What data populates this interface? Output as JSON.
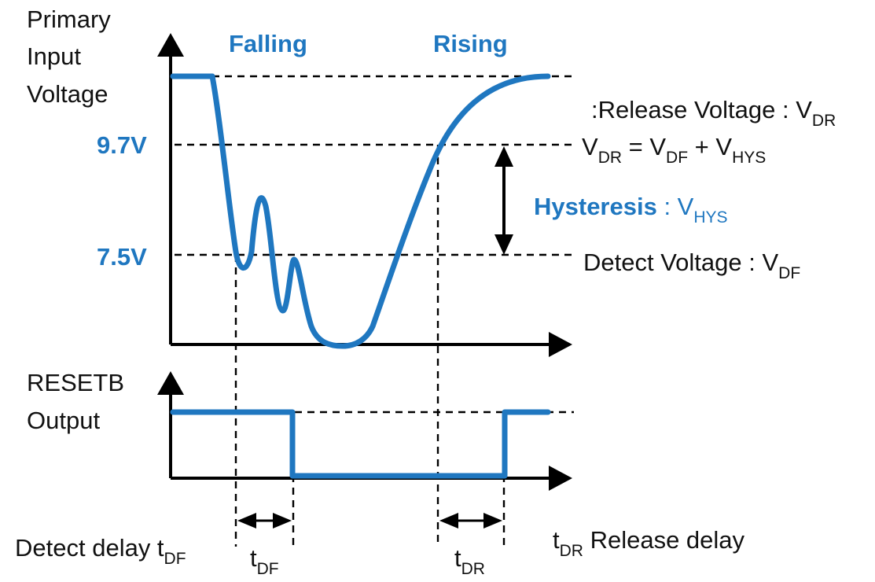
{
  "upper_axis_label": [
    "Primary",
    "Input",
    "Voltage"
  ],
  "lower_axis_label": [
    "RESETB",
    "Output"
  ],
  "phases": {
    "falling": "Falling",
    "rising": "Rising"
  },
  "levels": {
    "high": "9.7V",
    "low": "7.5V"
  },
  "release_voltage": {
    "text": ":Release Voltage : V",
    "sub": "DR"
  },
  "relation": {
    "v1": "V",
    "s1": "DR",
    "eq": " = V",
    "s2": "DF",
    "plus": " + V",
    "s3": "HYS"
  },
  "hysteresis": {
    "label": "Hysteresis",
    "sep": " : V",
    "sub": "HYS"
  },
  "detect_voltage": {
    "text": "Detect Voltage : V",
    "sub": "DF"
  },
  "detect_delay": {
    "text": "Detect delay t",
    "sub": "DF"
  },
  "t_df": {
    "t": "t",
    "sub": "DF"
  },
  "t_dr": {
    "t": "t",
    "sub": "DR"
  },
  "release_delay": {
    "t": "t",
    "sub": "DR",
    "text": " Release delay"
  },
  "colors": {
    "signal": "#1f77c0",
    "axis": "#000000"
  }
}
